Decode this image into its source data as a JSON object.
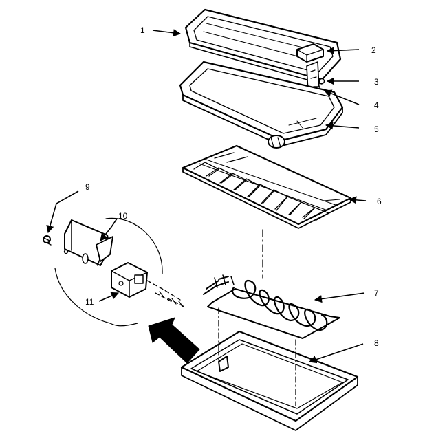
{
  "callouts": [
    {
      "number": "1"
    },
    {
      "number": "2"
    },
    {
      "number": "3"
    },
    {
      "number": "4"
    },
    {
      "number": "5"
    },
    {
      "number": "6"
    },
    {
      "number": "7"
    },
    {
      "number": "8"
    },
    {
      "number": "9"
    },
    {
      "number": "10"
    },
    {
      "number": "11"
    }
  ],
  "colors": {
    "ink": "#000000",
    "background": "#ffffff"
  }
}
